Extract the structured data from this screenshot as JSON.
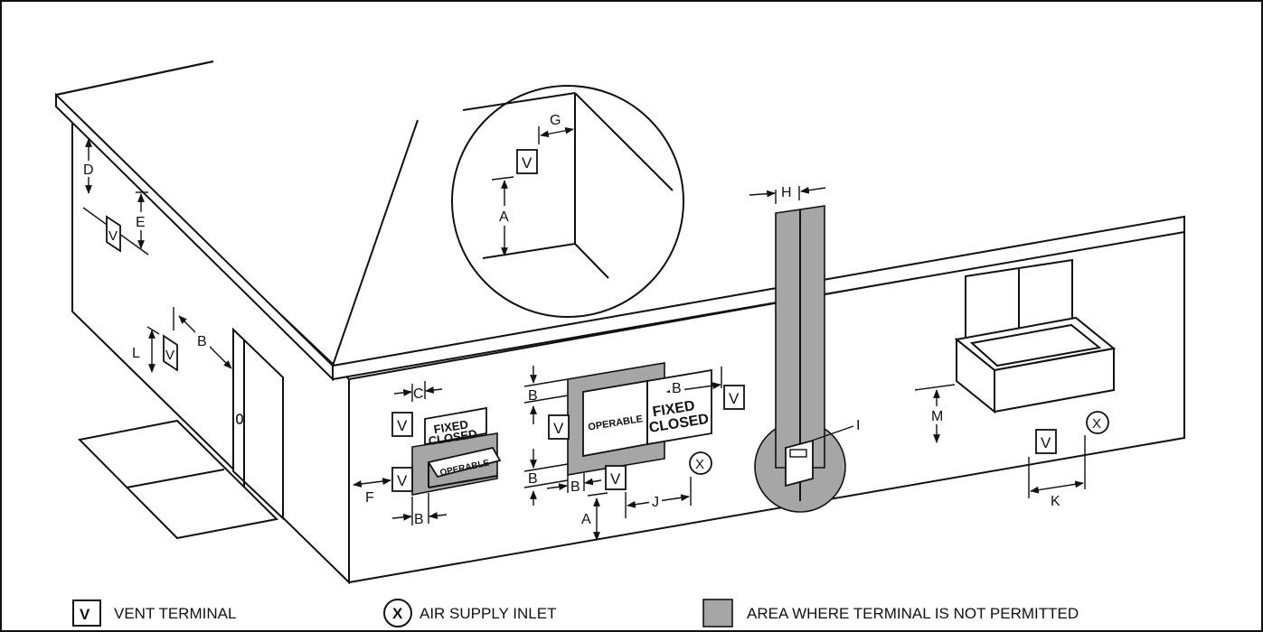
{
  "labels": {
    "A": "A",
    "B": "B",
    "C": "C",
    "D": "D",
    "E": "E",
    "F": "F",
    "G": "G",
    "H": "H",
    "I": "I",
    "J": "J",
    "K": "K",
    "L": "L",
    "M": "M"
  },
  "vent_symbol": "V",
  "inlet_symbol": "X",
  "window_text": {
    "fixed": "FIXED",
    "closed": "CLOSED",
    "operable": "OPERABLE"
  },
  "legend": {
    "vent_terminal": "VENT TERMINAL",
    "air_supply_inlet": "AIR SUPPLY INLET",
    "not_permitted": "AREA WHERE TERMINAL IS NOT PERMITTED"
  },
  "colors": {
    "line": "#111111",
    "shade": "#a6a6a6",
    "background": "#ffffff"
  }
}
